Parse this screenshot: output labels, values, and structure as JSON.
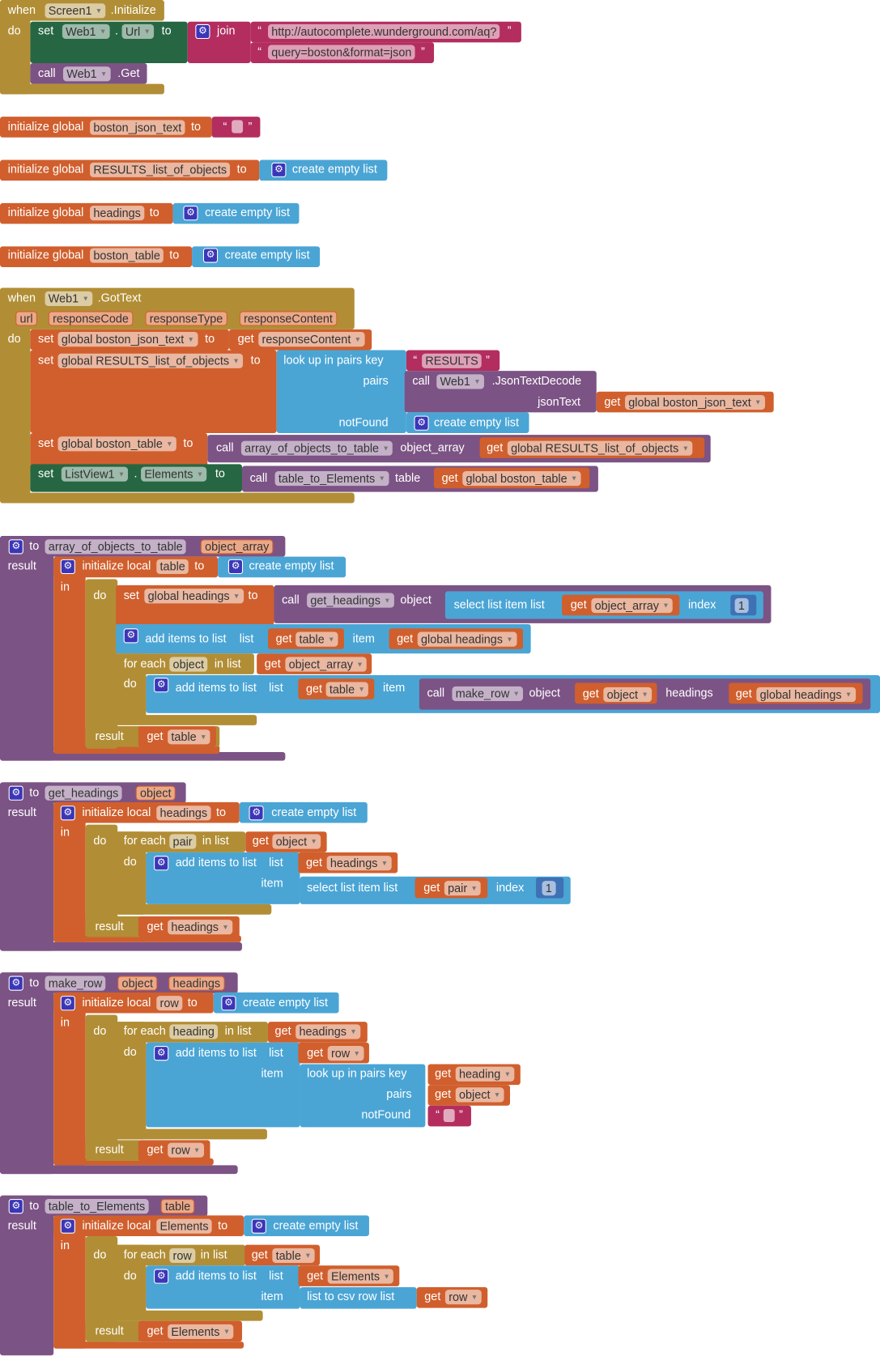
{
  "colors": {
    "control": "#B18E35",
    "component_setter": "#266643",
    "text": "#B32D5E",
    "procedure": "#7C5385",
    "variable": "#D05F2D",
    "list": "#4AA5D5",
    "math": "#3F71B5"
  },
  "screen_init": {
    "texts": [
      "when",
      "Screen1",
      ".Initialize",
      "do",
      "set",
      "Web1",
      ".",
      "Url",
      "to",
      "join",
      "“",
      "http://autocomplete.wunderground.com/aq?",
      "”",
      "“",
      "query=boston&format=json",
      "”",
      "call",
      "Web1",
      ".Get"
    ]
  },
  "global_boston_json_text": {
    "texts": [
      "initialize global",
      "boston_json_text",
      "to",
      "“",
      "”"
    ]
  },
  "global_results": {
    "texts": [
      "initialize global",
      "RESULTS_list_of_objects",
      "to",
      "create empty list"
    ]
  },
  "global_headings": {
    "texts": [
      "initialize global",
      "headings",
      "to",
      "create empty list"
    ]
  },
  "global_boston_table": {
    "texts": [
      "initialize global",
      "boston_table",
      "to",
      "create empty list"
    ]
  },
  "web1_gottext": {
    "texts": [
      "when",
      "Web1",
      ".GotText",
      "url",
      "responseCode",
      "responseType",
      "responseContent",
      "do",
      "set",
      "global boston_json_text",
      "to",
      "get",
      "responseContent",
      "set",
      "global RESULTS_list_of_objects",
      "to",
      "look up in pairs  key",
      "“",
      "RESULTS",
      "”",
      "pairs",
      "call",
      "Web1",
      ".JsonTextDecode",
      "jsonText",
      "get",
      "global boston_json_text",
      "notFound",
      "create empty list",
      "set",
      "global boston_table",
      "to",
      "call",
      "array_of_objects_to_table",
      "object_array",
      "get",
      "global RESULTS_list_of_objects",
      "set",
      "ListView1",
      ".",
      "Elements",
      "to",
      "call",
      "table_to_Elements",
      "table",
      "get",
      "global boston_table"
    ]
  },
  "proc_array_of_objects_to_table": {
    "texts": [
      "to",
      "array_of_objects_to_table",
      "object_array",
      "result",
      "initialize local",
      "table",
      "to",
      "create empty list",
      "in",
      "do",
      "set",
      "global headings",
      "to",
      "call",
      "get_headings",
      "object",
      "select list item  list",
      "get",
      "object_array",
      "index",
      "1",
      "add items to list",
      "list",
      "get",
      "table",
      "item",
      "get",
      "global headings",
      "for each",
      "object",
      "in list",
      "get",
      "object_array",
      "do",
      "add items to list",
      "list",
      "get",
      "table",
      "item",
      "call",
      "make_row",
      "object",
      "get",
      "object",
      "headings",
      "get",
      "global headings",
      "result",
      "get",
      "table"
    ]
  },
  "proc_get_headings": {
    "texts": [
      "to",
      "get_headings",
      "object",
      "result",
      "initialize local",
      "headings",
      "to",
      "create empty list",
      "in",
      "do",
      "for each",
      "pair",
      "in list",
      "get",
      "object",
      "do",
      "add items to list",
      "list",
      "get",
      "headings",
      "item",
      "select list item  list",
      "get",
      "pair",
      "index",
      "1",
      "result",
      "get",
      "headings"
    ]
  },
  "proc_make_row": {
    "texts": [
      "to",
      "make_row",
      "object",
      "headings",
      "result",
      "initialize local",
      "row",
      "to",
      "create empty list",
      "in",
      "do",
      "for each",
      "heading",
      "in list",
      "get",
      "headings",
      "do",
      "add items to list",
      "list",
      "get",
      "row",
      "item",
      "look up in pairs  key",
      "get",
      "heading",
      "pairs",
      "get",
      "object",
      "notFound",
      "“",
      "”",
      "result",
      "get",
      "row"
    ]
  },
  "proc_table_to_elements": {
    "texts": [
      "to",
      "table_to_Elements",
      "table",
      "result",
      "initialize local",
      "Elements",
      "to",
      "create empty list",
      "in",
      "do",
      "for each",
      "row",
      "in list",
      "get",
      "table",
      "do",
      "add items to list",
      "list",
      "get",
      "Elements",
      "item",
      "list to csv row  list",
      "get",
      "row",
      "result",
      "get",
      "Elements"
    ]
  }
}
